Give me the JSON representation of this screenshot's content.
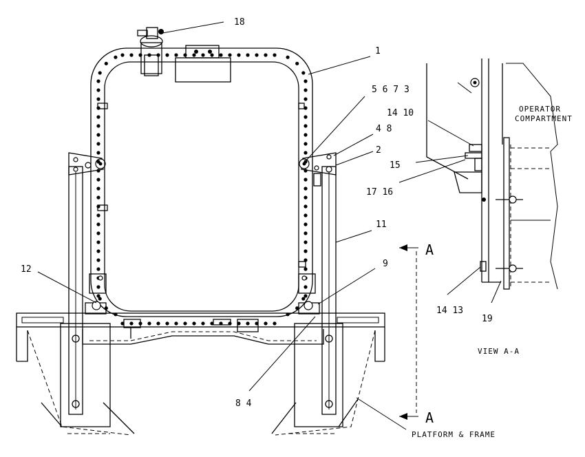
{
  "callouts": {
    "c18": "18",
    "c1": "1",
    "c5_6_7_3": "5 6 7 3",
    "c4_8_top": "4 8",
    "c2": "2",
    "c11": "11",
    "c12": "12",
    "c9": "9",
    "c8_4_bottom": "8 4",
    "c14_10": "14 10",
    "c15": "15",
    "c17_16": "17 16",
    "c14_13": "14 13",
    "c19": "19"
  },
  "labels": {
    "operator_line1": "OPERATOR",
    "operator_line2": "COMPARTMENT",
    "view_aa": "VIEW A-A",
    "platform_frame": "PLATFORM & FRAME",
    "section_top": "A",
    "section_bottom": "A"
  }
}
